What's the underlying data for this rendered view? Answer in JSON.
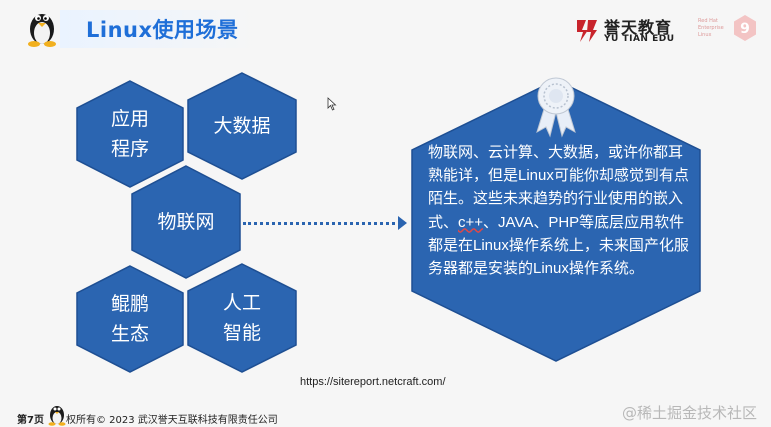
{
  "slide": {
    "title": "Linux使用场景",
    "brand": {
      "name": "誉天教育",
      "sub": "YU TIAN EDU",
      "partner_text": "Red Hat\nEnterprise\nLinux"
    },
    "hexagons": [
      {
        "label": "应用\n程序"
      },
      {
        "label": "大数据"
      },
      {
        "label": "物联网"
      },
      {
        "label": "鲲鹏\n生态"
      },
      {
        "label": "人工\n智能"
      }
    ],
    "description": {
      "part1": "物联网、云计算、大数据，或许你都耳熟能详，但是Linux可能你却感觉到有点陌生。这些未来趋势的行业使用的嵌入式、",
      "cpp": "c++",
      "part2": "、JAVA、PHP等底层应用软件都是在Linux操作系统上，未来国产化服务器都是安装的Linux操作系统。"
    },
    "url": "https://sitereport.netcraft.com/",
    "footer": {
      "page": "第7页",
      "copyright": "权所有© 2023 武汉誉天互联科技有限责任公司"
    },
    "watermark": "@稀土掘金技术社区"
  },
  "colors": {
    "hex_fill": "#2b65b1",
    "hex_stroke": "#1e4f93",
    "title": "#1f6fd8",
    "brand_red": "#c8242c"
  }
}
